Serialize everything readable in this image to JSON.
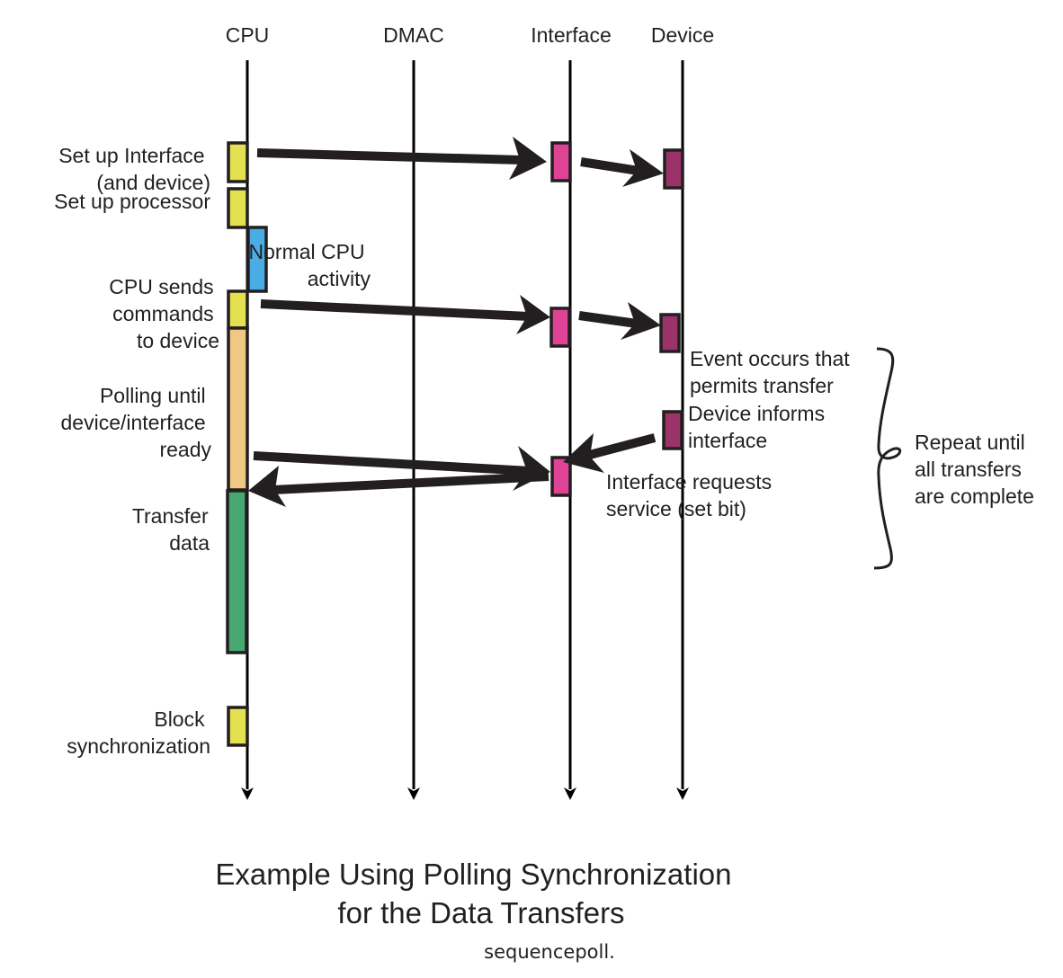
{
  "lifelines": [
    {
      "id": "cpu",
      "label": "CPU"
    },
    {
      "id": "dmac",
      "label": "DMAC"
    },
    {
      "id": "interface",
      "label": "Interface"
    },
    {
      "id": "device",
      "label": "Device"
    }
  ],
  "colors": {
    "setup": "#e4e150",
    "normal_cpu": "#4aace4",
    "polling": "#efc884",
    "transfer": "#47a872",
    "interface_box": "#de4396",
    "device_box": "#9b336a",
    "ink": "#231f20"
  },
  "labels": {
    "set_up_interface": [
      "Set up Interface",
      "(and device)"
    ],
    "set_up_processor": [
      "Set up processor"
    ],
    "normal_cpu": [
      "Normal CPU",
      "activity"
    ],
    "cpu_sends": [
      "CPU sends",
      "commands",
      "to device"
    ],
    "polling": [
      "Polling until",
      "device/interface",
      "ready"
    ],
    "transfer": [
      "Transfer",
      "data"
    ],
    "block_sync": [
      "Block",
      "synchronization"
    ],
    "event_occurs": [
      "Event occurs that",
      "permits transfer"
    ],
    "device_informs": [
      "Device informs",
      "interface"
    ],
    "interface_requests": [
      "Interface requests",
      "service (set bit)"
    ],
    "repeat": [
      "Repeat until",
      "all transfers",
      "are complete"
    ]
  },
  "title": [
    "Example Using Polling Synchronization",
    "for the Data Transfers"
  ],
  "caption": "sequencepoll."
}
